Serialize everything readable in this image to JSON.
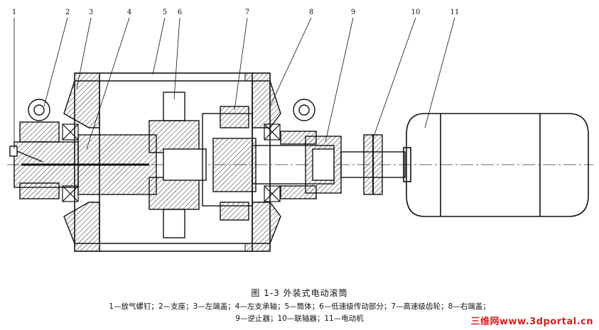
{
  "figure": {
    "callouts": [
      "1",
      "2",
      "3",
      "4",
      "5",
      "6",
      "7",
      "8",
      "9",
      "10",
      "11"
    ],
    "title": "图 1-3   外装式电动滚筒",
    "legend_line1": "1—放气螺钉；2—支座；3—左端盖；4—左支承轴；5—筒体；6—低速级传动部分；7—高速级齿轮；8—右端盖；",
    "legend_line2": "9—逆止器；10—联轴器；11—电动机"
  },
  "watermark": {
    "text": "三维网www.3dportal.cn",
    "color": "#d81e1e"
  }
}
